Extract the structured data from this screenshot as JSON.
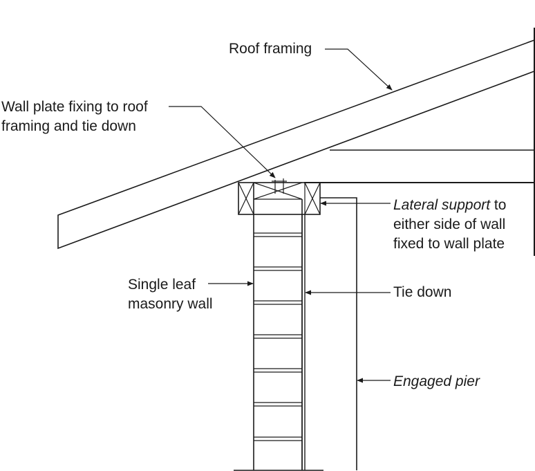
{
  "labels": {
    "roof_framing": "Roof framing",
    "wall_plate_line1": "Wall plate fixing to roof",
    "wall_plate_line2": "framing and tie down",
    "lateral_italic": "Lateral support",
    "lateral_line1_rest": " to",
    "lateral_line2": "either side of wall",
    "lateral_line3": "fixed to wall plate",
    "masonry_line1": "Single leaf",
    "masonry_line2": "masonry wall",
    "tie_down": "Tie down",
    "engaged_pier": "Engaged pier"
  },
  "colors": {
    "ink": "#1a1a1a",
    "background": "#ffffff"
  }
}
